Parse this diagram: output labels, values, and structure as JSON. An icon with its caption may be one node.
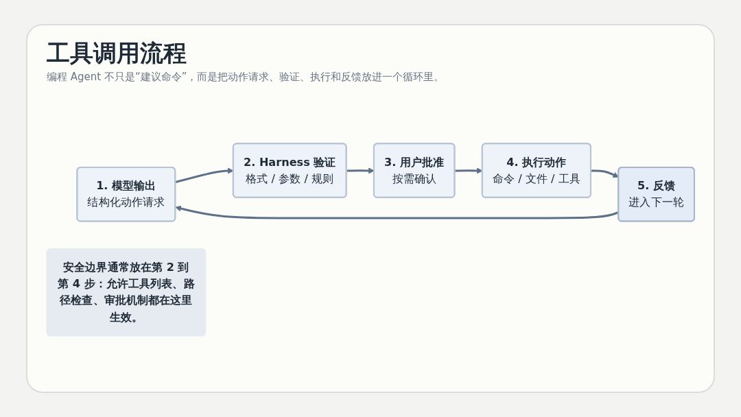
{
  "diagram": {
    "title": "工具调用流程",
    "caption": "编程 Agent 不只是“建议命令”，而是把动作请求、验证、执行和反馈放进一个循环里。",
    "nodes": [
      {
        "text": [
          "1. 模型输出",
          "结构化动作请求"
        ]
      },
      {
        "text": [
          "2. Harness 验证",
          "格式 / 参数 / 规则"
        ]
      },
      {
        "text": [
          "3. 用户批准",
          "按需确认"
        ]
      },
      {
        "text": [
          "4. 执行动作",
          "命令 / 文件 / 工具"
        ]
      },
      {
        "text": [
          "5. 反馈",
          "进入下一轮"
        ]
      },
      {
        "text": [
          "安全边界通常放在第 2 到第 4 步：允许工具列表、路径检查、审批机制都在这里生效。"
        ]
      }
    ],
    "edges": [
      {
        "from": 0,
        "to": 1,
        "arrow": "to"
      },
      {
        "from": 1,
        "to": 2,
        "arrow": "to"
      },
      {
        "from": 2,
        "to": 3,
        "arrow": "to"
      },
      {
        "from": 3,
        "to": 4,
        "arrow": "to"
      },
      {
        "from": 4,
        "to": 0,
        "arrow": "to"
      }
    ]
  }
}
